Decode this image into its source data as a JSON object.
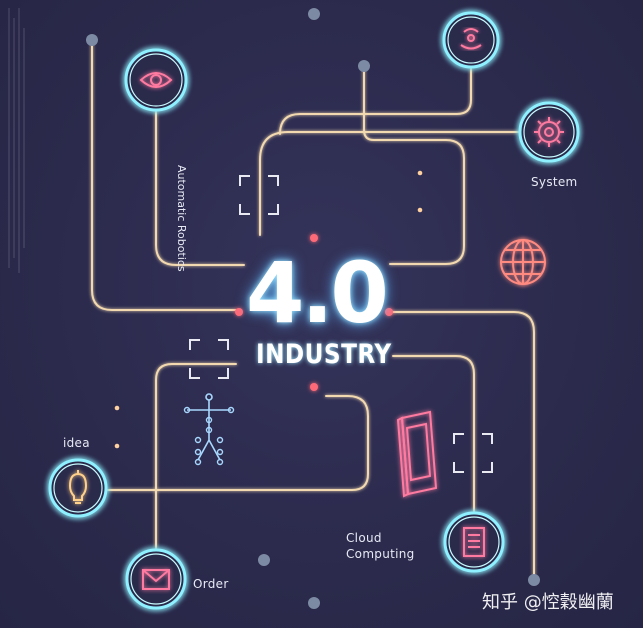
{
  "diagram": {
    "center_number": "4.0",
    "center_title": "INDUSTRY",
    "labels": {
      "automatic_robotics": "Automatic Robotics",
      "system": "System",
      "idea": "idea",
      "order": "Order",
      "cloud_computing": "Cloud Computing"
    },
    "icons": [
      "eye-icon",
      "wifi-broadcast-icon",
      "gear-icon",
      "globe-icon",
      "lightbulb-icon",
      "mail-icon",
      "tablet-icon",
      "document-icon",
      "robot-figure-icon"
    ],
    "colors": {
      "background": "#2b2a4c",
      "wire": "#f3d9b0",
      "ring": "#8ff0ff",
      "icon_accent": "#ff7aa0",
      "node_red": "#ff6a78"
    }
  },
  "watermark": "知乎 @悾穀幽蘭"
}
